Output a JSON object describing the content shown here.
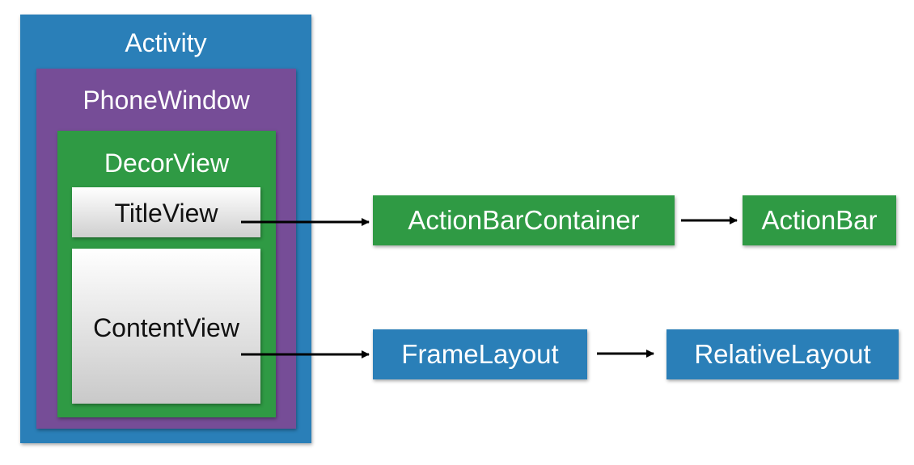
{
  "diagram": {
    "activity": "Activity",
    "phone_window": "PhoneWindow",
    "decor_view": "DecorView",
    "title_view": "TitleView",
    "content_view": "ContentView",
    "action_bar_container": "ActionBarContainer",
    "action_bar": "ActionBar",
    "frame_layout": "FrameLayout",
    "relative_layout": "RelativeLayout"
  },
  "colors": {
    "activity_blue": "#2a7fb8",
    "phone_window_purple": "#764d97",
    "decor_view_green": "#2f9a44",
    "view_gray": "#e0e0e0"
  }
}
